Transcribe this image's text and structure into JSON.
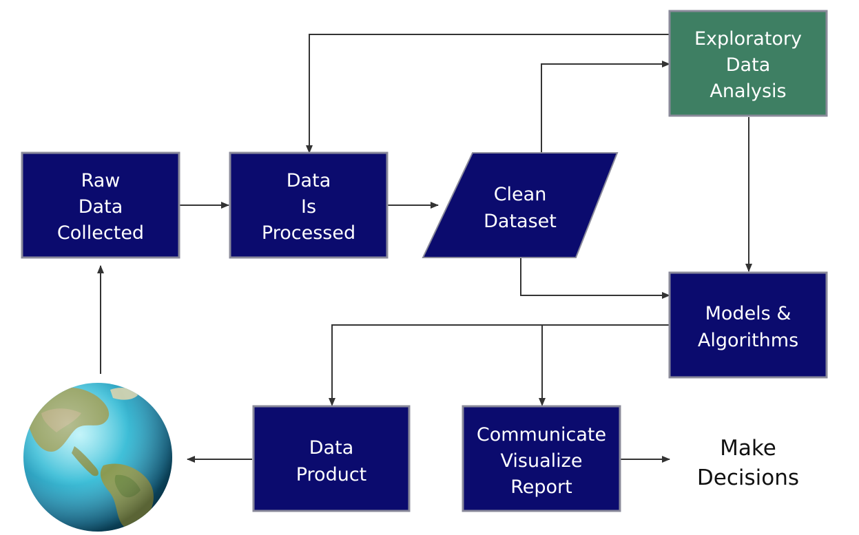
{
  "colors": {
    "box_fill": "#0b0b6e",
    "box_border": "#8a8a9a",
    "highlight_fill": "#3e7f63",
    "line": "#333333",
    "text_light": "#ffffff",
    "text_dark": "#111111"
  },
  "nodes": {
    "raw_data": {
      "lines": [
        "Raw",
        "Data",
        "Collected"
      ]
    },
    "data_processed": {
      "lines": [
        "Data",
        "Is",
        "Processed"
      ]
    },
    "clean_dataset": {
      "lines": [
        "Clean",
        "Dataset"
      ]
    },
    "eda": {
      "lines": [
        "Exploratory",
        "Data",
        "Analysis"
      ]
    },
    "models": {
      "lines": [
        "Models &",
        "Algorithms"
      ]
    },
    "data_product": {
      "lines": [
        "Data",
        "Product"
      ]
    },
    "communicate": {
      "lines": [
        "Communicate",
        "Visualize",
        "Report"
      ]
    },
    "make_decisions": {
      "lines": [
        "Make",
        "Decisions"
      ]
    },
    "world": {
      "icon": "globe-icon"
    }
  }
}
